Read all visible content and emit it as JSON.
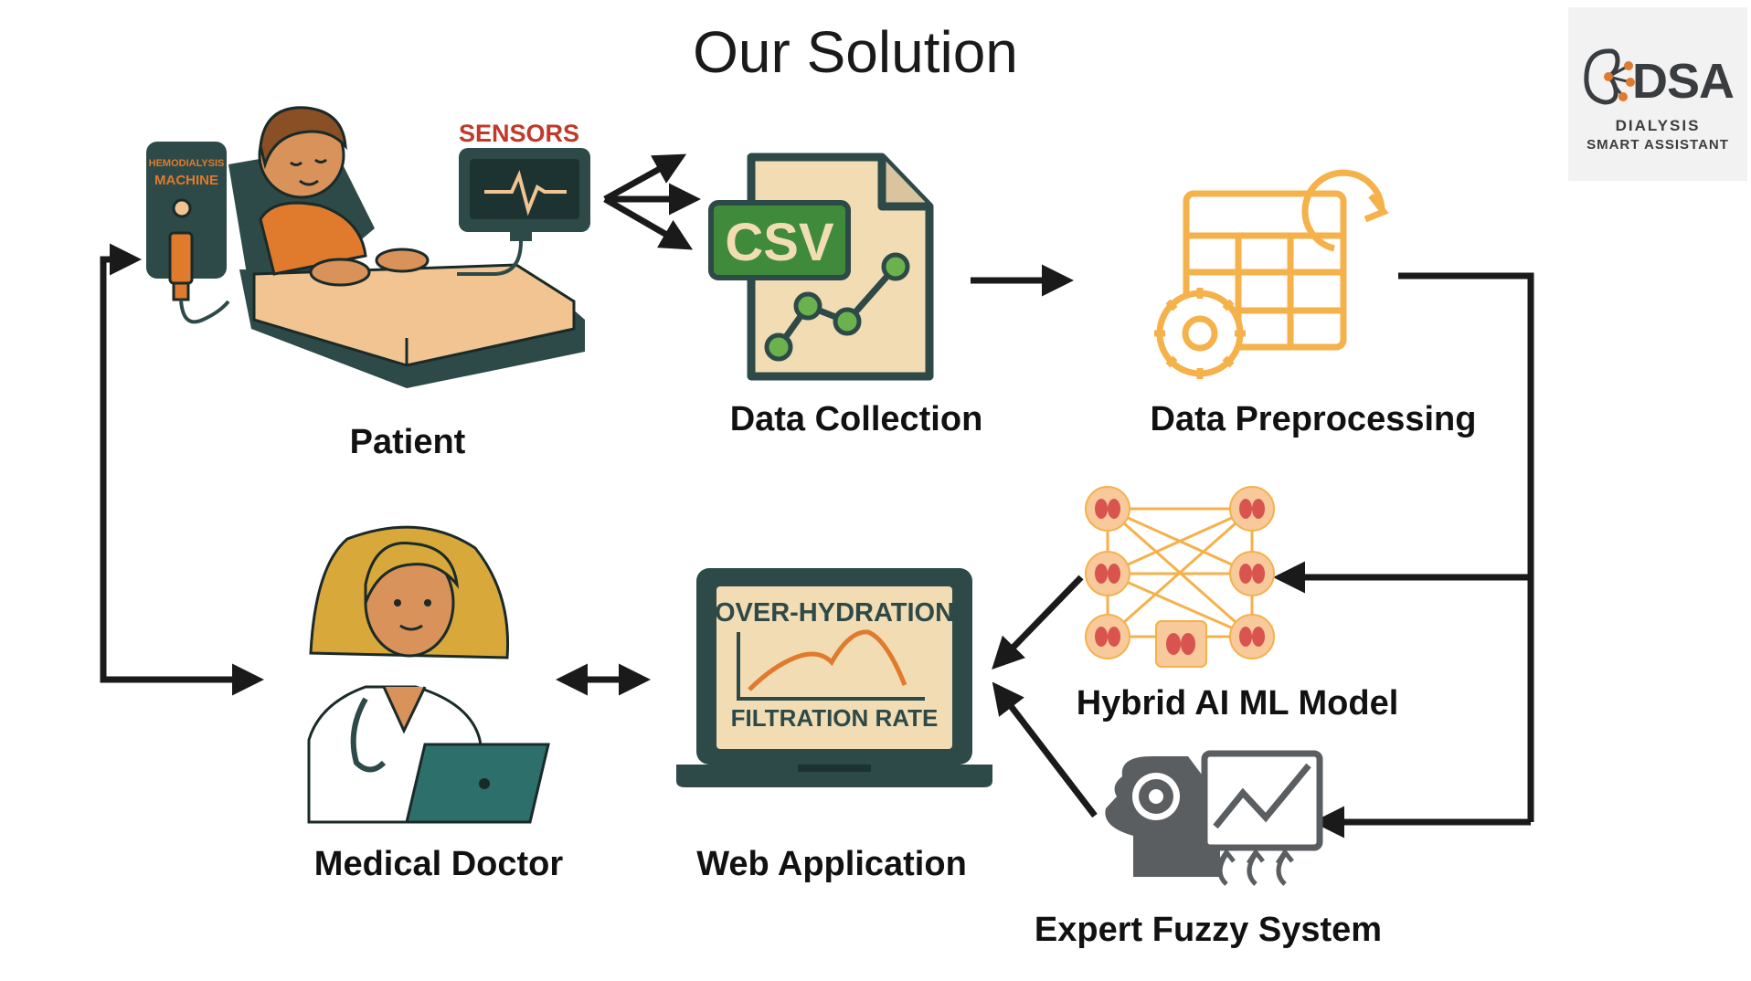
{
  "title": "Our Solution",
  "logo": {
    "brand": "DSA",
    "line1": "DIALYSIS",
    "line2": "SMART ASSISTANT",
    "icon": "kidney-network-icon"
  },
  "nodes": {
    "patient": {
      "label": "Patient",
      "machine_label_1": "HEMODIALYSIS",
      "machine_label_2": "MACHINE",
      "sensors_label": "SENSORS"
    },
    "data_collection": {
      "label": "Data Collection",
      "file_label": "CSV"
    },
    "data_preprocessing": {
      "label": "Data Preprocessing"
    },
    "hybrid_model": {
      "label": "Hybrid AI ML Model"
    },
    "expert_fuzzy": {
      "label": "Expert Fuzzy System"
    },
    "web_application": {
      "label": "Web Application",
      "screen_top": "OVER-HYDRATION",
      "screen_bottom": "FILTRATION RATE"
    },
    "medical_doctor": {
      "label": "Medical Doctor"
    }
  },
  "colors": {
    "arrow": "#1a1a1a",
    "dark_teal": "#2d4a48",
    "orange": "#e07a2c",
    "sensor_red": "#c0392b",
    "csv_green": "#3f8a3b",
    "preprocess_orange": "#f5b14a",
    "kidney_red": "#d9534f",
    "node_peach": "#f8c99b",
    "skin": "#d9925a",
    "hair_blond": "#d8a93a",
    "bed_tan": "#f2c491"
  }
}
